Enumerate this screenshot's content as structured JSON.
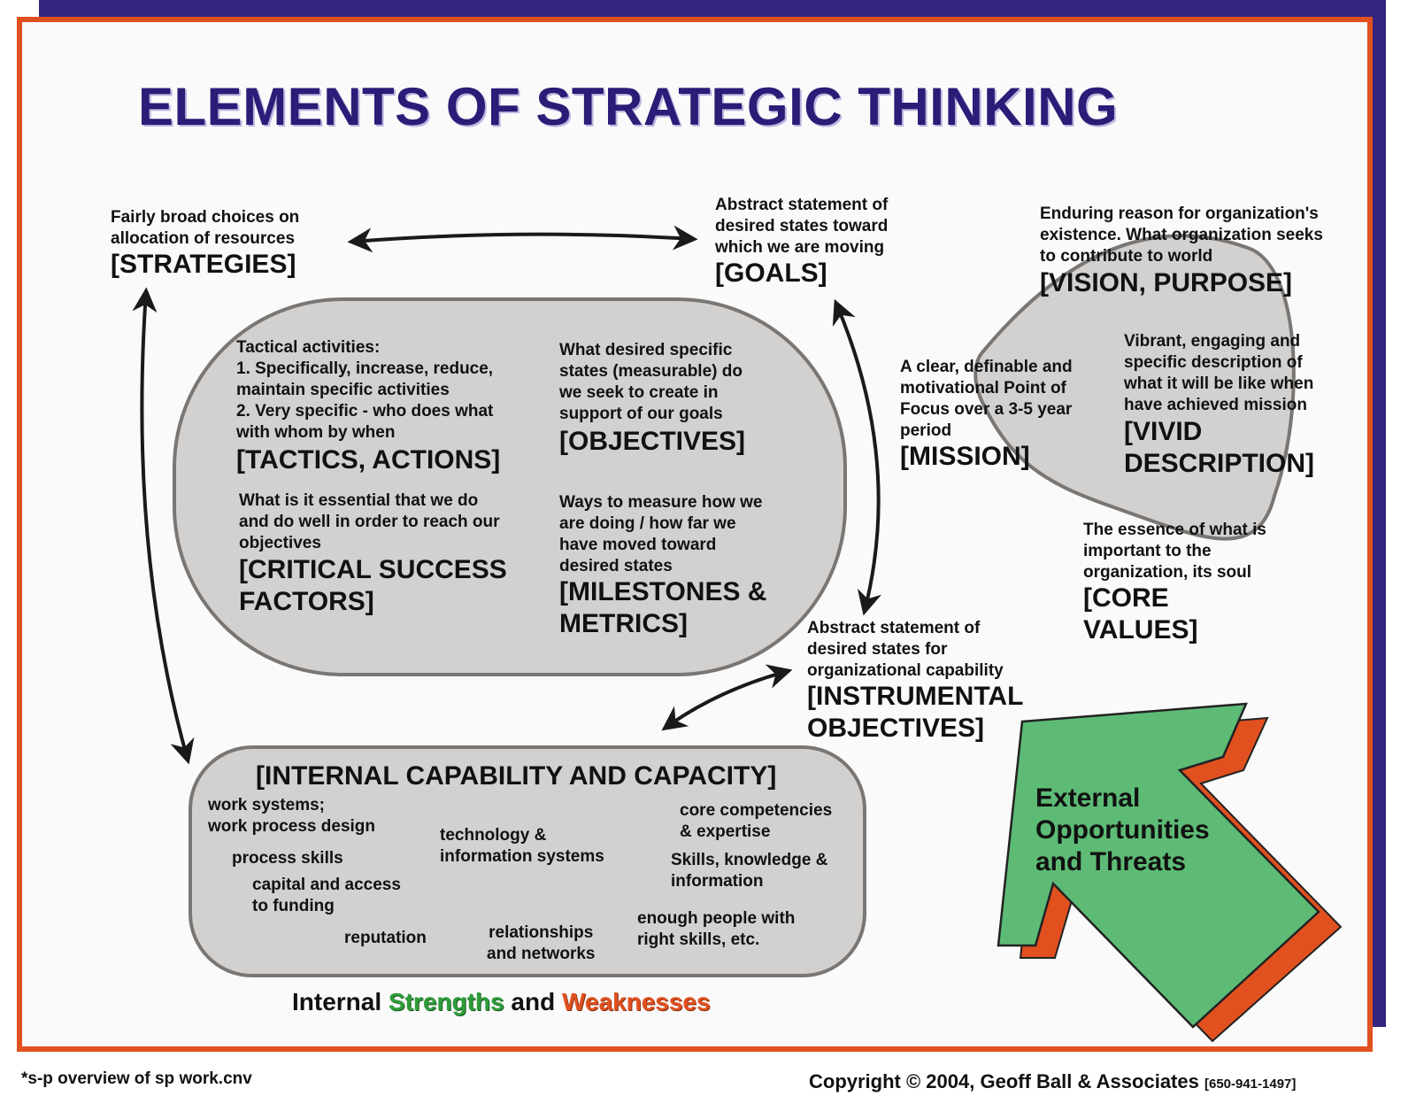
{
  "title": "ELEMENTS OF STRATEGIC THINKING",
  "strategies": {
    "desc": [
      "Fairly broad choices on",
      "allocation of resources"
    ],
    "label": "[STRATEGIES]"
  },
  "goals": {
    "desc": [
      "Abstract statement of",
      "desired states toward",
      "which we are moving"
    ],
    "label": "[GOALS]"
  },
  "vision": {
    "desc": [
      "Enduring reason for organization's",
      "existence. What organization seeks",
      "to contribute to world"
    ],
    "label": "[VISION, PURPOSE]"
  },
  "tactics": {
    "desc": [
      "Tactical activities:",
      "1. Specifically, increase, reduce,",
      "maintain specific activities",
      "2. Very specific - who does what",
      "with whom by when"
    ],
    "label": "[TACTICS, ACTIONS]"
  },
  "objectives": {
    "desc": [
      "What desired specific",
      "states (measurable) do",
      "we seek to create in",
      "support of our goals"
    ],
    "label": "[OBJECTIVES]"
  },
  "csf": {
    "desc": [
      "What is it essential that we do",
      "and do well in order to reach our",
      "objectives"
    ],
    "label": [
      "[CRITICAL SUCCESS",
      "FACTORS]"
    ]
  },
  "milestones": {
    "desc": [
      "Ways to measure how we",
      "are doing / how far we",
      "have moved toward",
      "desired states"
    ],
    "label": [
      "[MILESTONES &",
      "METRICS]"
    ]
  },
  "mission": {
    "desc": [
      "A clear, definable and",
      "motivational Point of",
      "Focus over a 3-5 year",
      "period"
    ],
    "label": "[MISSION]"
  },
  "vivid": {
    "desc": [
      "Vibrant, engaging and",
      "specific description of",
      "what it will be like when",
      "have achieved mission"
    ],
    "label": [
      "[VIVID",
      "DESCRIPTION]"
    ]
  },
  "core_values": {
    "desc": [
      "The essence of what is",
      "important to the",
      "organization, its soul"
    ],
    "label": [
      "[CORE",
      "VALUES]"
    ]
  },
  "instrumental": {
    "desc": [
      "Abstract statement of",
      "desired states for",
      "organizational capability"
    ],
    "label": [
      "[INSTRUMENTAL",
      "OBJECTIVES]"
    ]
  },
  "internal": {
    "title": "[INTERNAL CAPABILITY AND CAPACITY]",
    "items": {
      "work_systems": [
        "work systems;",
        "work process design"
      ],
      "process_skills": [
        "process skills"
      ],
      "capital": [
        "capital and access",
        "to funding"
      ],
      "reputation": [
        "reputation"
      ],
      "technology": [
        "technology &",
        "information systems"
      ],
      "relationships": [
        "relationships",
        "and networks"
      ],
      "core_competencies": [
        "core competencies",
        "& expertise"
      ],
      "skills": [
        "Skills, knowledge &",
        "information"
      ],
      "people": [
        "enough people with",
        "right skills, etc."
      ]
    }
  },
  "external": [
    "External",
    "Opportunities",
    "and Threats"
  ],
  "bottom": {
    "internal": "Internal",
    "strengths": "Strengths",
    "and": "and",
    "weaknesses": "Weaknesses"
  },
  "footer": {
    "left": "*s-p overview of sp work.cnv",
    "copyright": "Copyright © 2004, Geoff Ball & Associates",
    "phone": "[650-941-1497]"
  },
  "colors": {
    "frame_orange": "#e1501f",
    "frame_purple": "#35257e",
    "title": "#2a1d77",
    "shape_fill": "#d3d1cf",
    "shape_stroke": "#7a7673",
    "arrow_green": "#5dbb75",
    "arrow_shadow": "#e1501f",
    "strengths": "#2f9b3a",
    "weaknesses": "#e1501f"
  }
}
